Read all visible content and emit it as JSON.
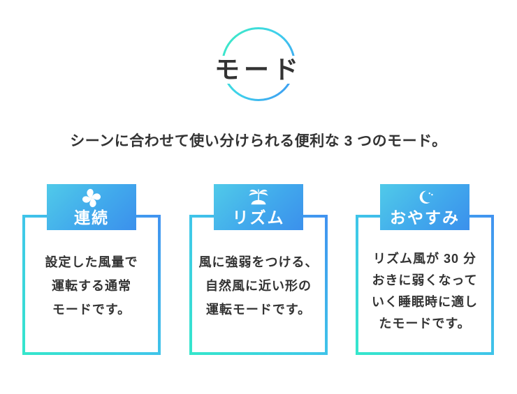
{
  "header": {
    "title": "モード",
    "subtitle": "シーンに合わせて使い分けられる便利な 3 つのモード。"
  },
  "colors": {
    "accent_teal": "#35e6cc",
    "accent_cyan": "#3fc9e8",
    "accent_blue": "#4193f0",
    "badge_gradient_start": "#50cae9",
    "badge_gradient_end": "#3b90ec",
    "text": "#333333",
    "badge_text": "#ffffff"
  },
  "modes": [
    {
      "icon": "fan-icon",
      "label": "連続",
      "lines": [
        "設定した風量で",
        "運転する通常",
        "モードです。"
      ]
    },
    {
      "icon": "palm-tree-icon",
      "label": "リズム",
      "lines": [
        "風に強弱をつける、",
        "自然風に近い形の",
        "運転モードです。"
      ]
    },
    {
      "icon": "moon-icon",
      "label": "おやすみ",
      "lines": [
        "リズム風が 30 分",
        "おきに弱くなって",
        "いく睡眠時に適し",
        "たモードです。"
      ]
    }
  ]
}
